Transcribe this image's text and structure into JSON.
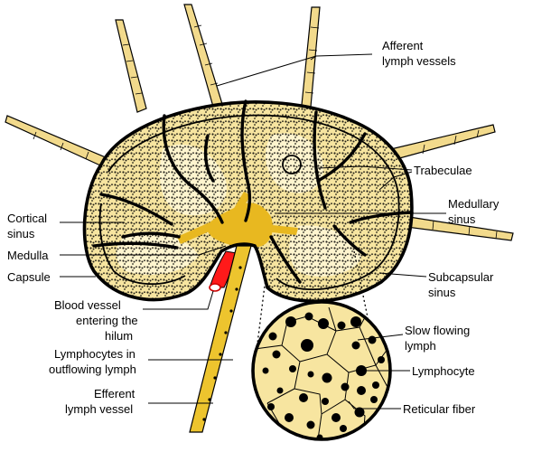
{
  "labels": {
    "afferent": [
      "Afferent",
      "lymph vessels"
    ],
    "trabeculae": "Trabeculae",
    "medullary_sinus": [
      "Medullary",
      "sinus"
    ],
    "cortical_sinus": [
      "Cortical",
      "sinus"
    ],
    "medulla": "Medulla",
    "capsule": "Capsule",
    "subcapsular_sinus": [
      "Subcapsular",
      "sinus"
    ],
    "blood_vessel": [
      "Blood vessel",
      "entering the",
      "hilum"
    ],
    "lymphocytes_outflowing": [
      "Lymphocytes in",
      "outflowing lymph"
    ],
    "efferent": [
      "Efferent",
      "lymph vessel"
    ],
    "slow_flowing": [
      "Slow flowing",
      "lymph"
    ],
    "lymphocyte": "Lymphocyte",
    "reticular_fiber": "Reticular fiber"
  },
  "colors": {
    "node_fill": "#f7e5a0",
    "sinus_light": "#fff6d2",
    "vessel_fill": "#f2da8c",
    "medulla_core": "#e8b820",
    "efferent_fill": "#edc42e",
    "blood_vessel": "#ff1a1a",
    "outline": "#000000"
  }
}
